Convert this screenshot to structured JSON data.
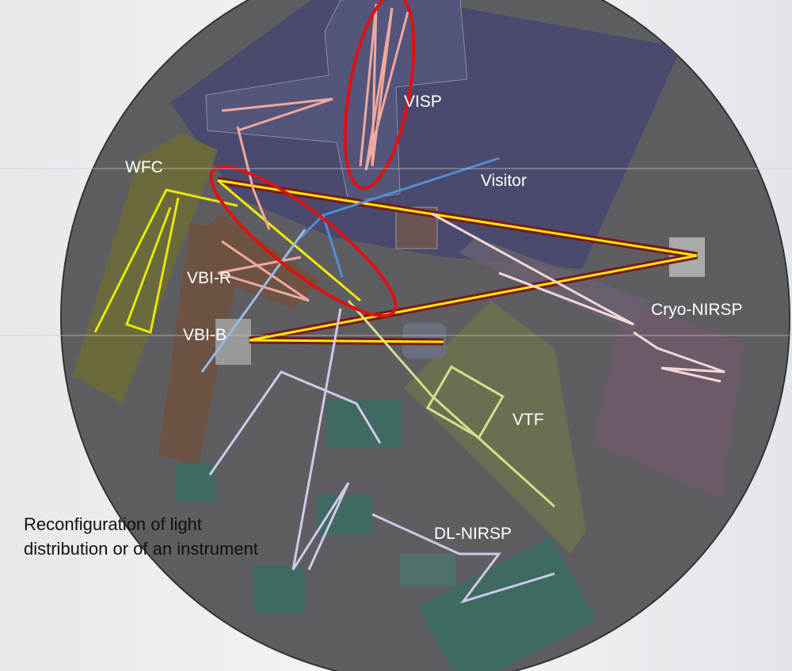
{
  "labels": {
    "visp": "VISP",
    "visitor": "Visitor",
    "wfc": "WFC",
    "vbi_r": "VBI-R",
    "vbi_b": "VBI-B",
    "cryo_nirsp": "Cryo-NIRSP",
    "vtf": "VTF",
    "dl_nirsp": "DL-NIRSP"
  },
  "note": "Reconfiguration of light distribution or of an instrument",
  "colors": {
    "floor": "#5e5e62",
    "visp_zone": "#4a4a6e",
    "highlight": "#e01010",
    "beam_main": "#f2ea00",
    "beam_visitor": "#4f8fd0"
  }
}
